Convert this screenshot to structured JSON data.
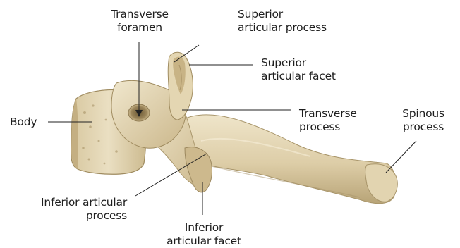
{
  "labels": {
    "transverse_foramen": [
      "Transverse",
      "foramen"
    ],
    "superior_articular_process": [
      "Superior",
      "articular process"
    ],
    "superior_articular_facet": [
      "Superior",
      "articular facet"
    ],
    "body": [
      "Body"
    ],
    "transverse_process": [
      "Transverse",
      "process"
    ],
    "spinous_process": [
      "Spinous",
      "process"
    ],
    "inferior_articular_process": [
      "Inferior articular",
      "process"
    ],
    "inferior_articular_facet": [
      "Inferior",
      "articular facet"
    ]
  },
  "colors": {
    "bone_light": "#eee3c6",
    "bone_mid": "#d9c9a2",
    "bone_shadow": "#b9a578",
    "bone_dark": "#8e7a52",
    "leader_line": "#222222"
  }
}
